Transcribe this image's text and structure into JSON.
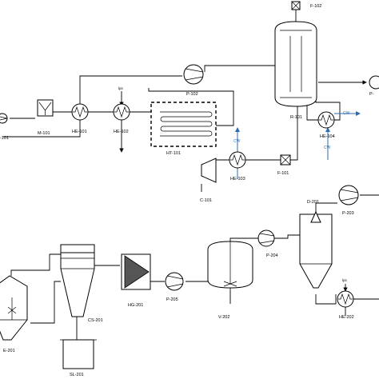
{
  "labels": {
    "f102": "F-102",
    "p102": "P-102",
    "p101": "-101",
    "m101": "M-101",
    "he101": "HE-101",
    "he102": "HE-102",
    "ht101": "HT-101",
    "r101": "R-101",
    "he104": "HE-104",
    "he103": "HE-103",
    "f101": "F-101",
    "c101": "C-101",
    "p_right": "P-",
    "d201": "D-201",
    "p203": "P-203",
    "p204": "P-204",
    "e201": "E-201",
    "cs201": "CS-201",
    "hg201": "HG-201",
    "p205": "P-205",
    "v202": "V-202",
    "sl201": "SL-201",
    "he202": "HE-202"
  },
  "streams": {
    "lps_he102": "lps",
    "lps_he202": "lps",
    "cw_he103": "CW",
    "cw_he104_out": "CW",
    "cw_he104_in": "CW"
  },
  "colors": {
    "line": "#000000",
    "cooling_water": "#2b6cb0",
    "hopper_fill": "#555555"
  }
}
